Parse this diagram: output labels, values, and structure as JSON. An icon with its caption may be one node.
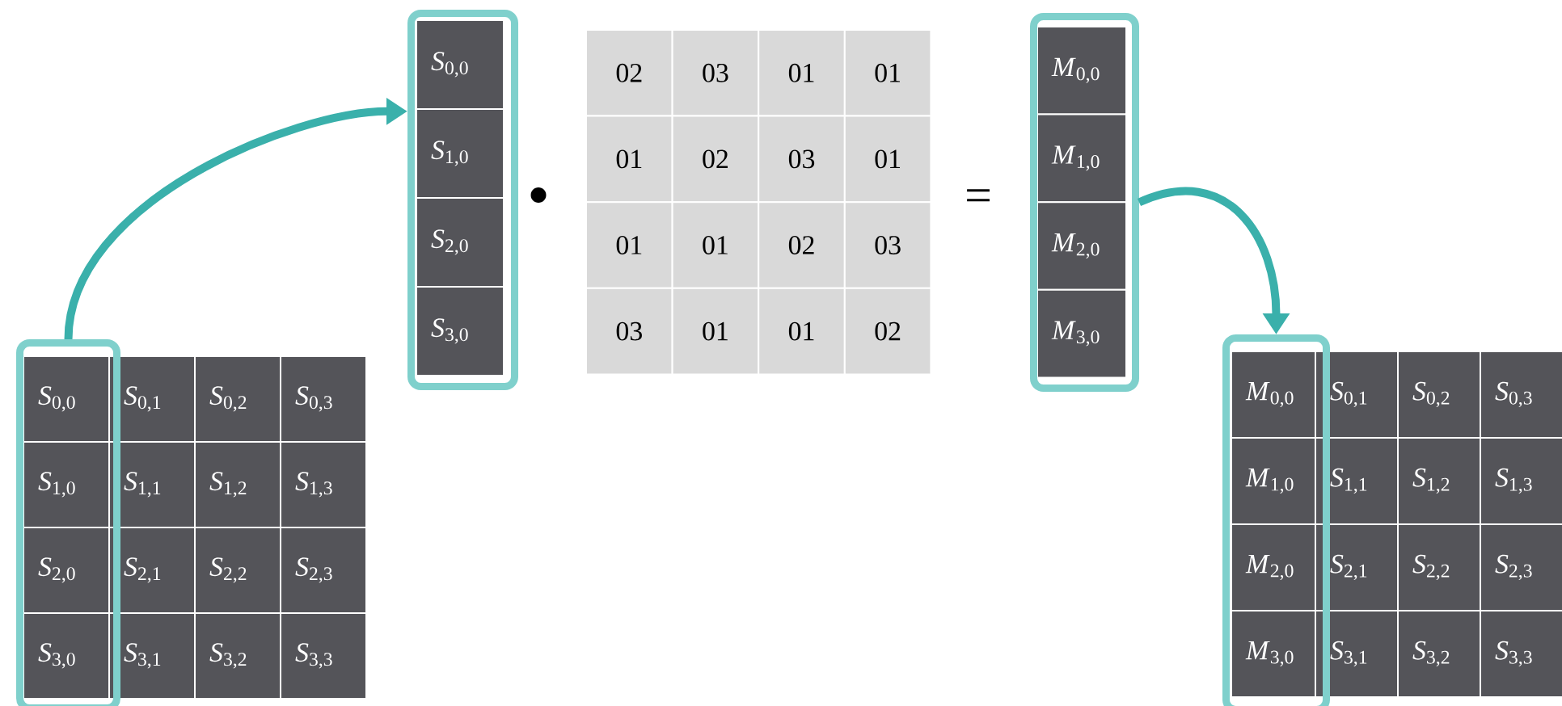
{
  "diagram": {
    "nodes": [
      {
        "text": [
          "*S*$_{0,0}$",
          "*S*$_{1,0}$",
          "*S*$_{2,0}$",
          "*S*$_{3,0}$"
        ]
      },
      {
        "text": [
          "*S*$_{0,0}$",
          "*S*$_{1,0}$",
          "*S*$_{2,0}$",
          "*S*$_{3,0}$"
        ]
      },
      {
        "text": [
          "*M*$_{0,0}$",
          "*M*$_{1,0}$",
          "*M*$_{2,0}$",
          "*M*$_{3,0}$"
        ]
      },
      {
        "text": [
          "*M*$_{0,0}$",
          "*M*$_{1,0}$",
          "*M*$_{2,0}$",
          "*M*$_{3,0}$"
        ]
      }
    ],
    "edges": [
      {
        "from": 0,
        "to": 1,
        "arrow": "to"
      },
      {
        "from": 2,
        "to": 3,
        "arrow": "to"
      }
    ],
    "labels": [
      "02",
      "03",
      "01",
      "01",
      "01",
      "02",
      "03",
      "01",
      "01",
      "01",
      "02",
      "03",
      "03",
      "01",
      "01",
      "02",
      "•",
      "=",
      "*S*$_{0,1}$",
      "*S*$_{0,2}$",
      "*S*$_{0,3}$",
      "*S*$_{1,1}$",
      "*S*$_{1,2}$",
      "*S*$_{1,3}$",
      "*S*$_{2,1}$",
      "*S*$_{2,2}$",
      "*S*$_{2,3}$",
      "*S*$_{3,1}$",
      "*S*$_{3,2}$",
      "*S*$_{3,3}$",
      "*S*$_{0,1}$",
      "*S*$_{0,2}$",
      "*S*$_{0,3}$",
      "*S*$_{1,1}$",
      "*S*$_{1,2}$",
      "*S*$_{1,3}$",
      "*S*$_{2,1}$",
      "*S*$_{2,2}$",
      "*S*$_{2,3}$",
      "*S*$_{3,1}$",
      "*S*$_{3,2}$",
      "*S*$_{3,3}$"
    ]
  }
}
